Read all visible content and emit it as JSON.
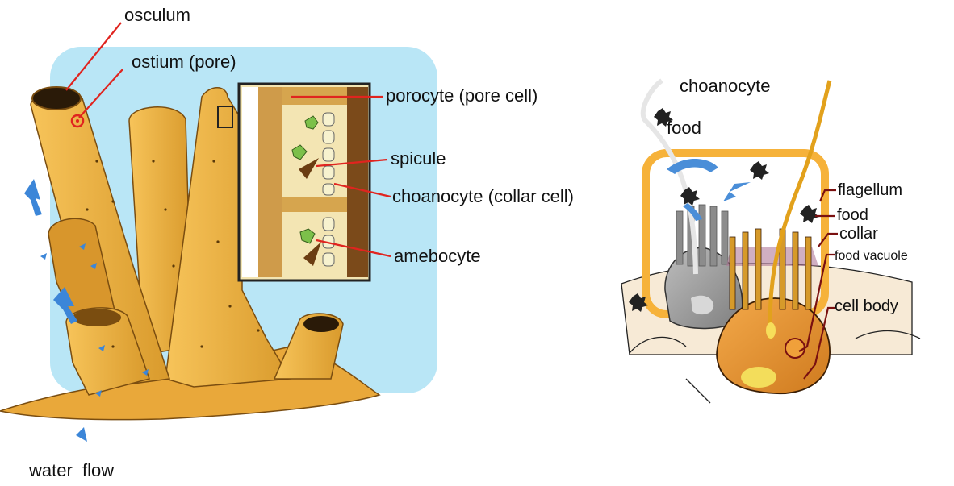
{
  "sponge_diagram": {
    "labels": {
      "osculum": "osculum",
      "ostium": "ostium (pore)",
      "porocyte": "porocyte (pore cell)",
      "spicule": "spicule",
      "choanocyte_collar": "choanocyte (collar cell)",
      "amebocyte": "amebocyte",
      "water_flow": "water  flow"
    }
  },
  "choanocyte_diagram": {
    "labels": {
      "title": "choanocyte",
      "food_top": "food",
      "flagellum": "flagellum",
      "food_right": "food",
      "collar": "collar",
      "food_vacuole": "food vacuole",
      "cell_body": "cell body"
    }
  },
  "colors": {
    "water_bg": "#b9e6f6",
    "sponge": "#f2b540",
    "sponge_dark": "#c98a22",
    "leader_line": "#e0241f",
    "cell_orange": "#e8962e",
    "collar_gray": "#8f8f8f",
    "dark_red_leader": "#7a1010"
  }
}
